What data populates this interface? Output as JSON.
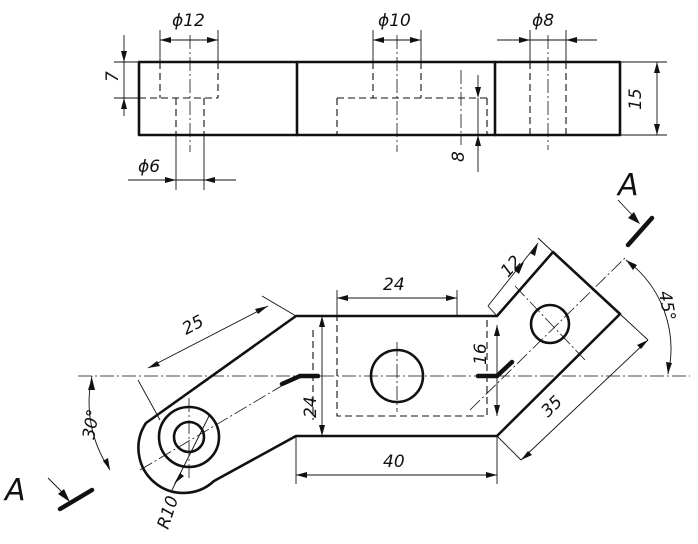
{
  "top_view": {
    "dia_12": "ϕ12",
    "dia_10": "ϕ10",
    "dia_8": "ϕ8",
    "dia_6": "ϕ6",
    "dim_7": "7",
    "dim_15": "15",
    "dim_8": "8"
  },
  "main_view": {
    "dim_24_top": "24",
    "dim_12": "12",
    "dim_25": "25",
    "dim_16": "16",
    "dim_24_side": "24",
    "dim_40": "40",
    "dim_35": "35",
    "angle_30": "30°",
    "angle_45": "45°",
    "radius": "R10"
  },
  "section": {
    "left": "A",
    "right": "A"
  }
}
